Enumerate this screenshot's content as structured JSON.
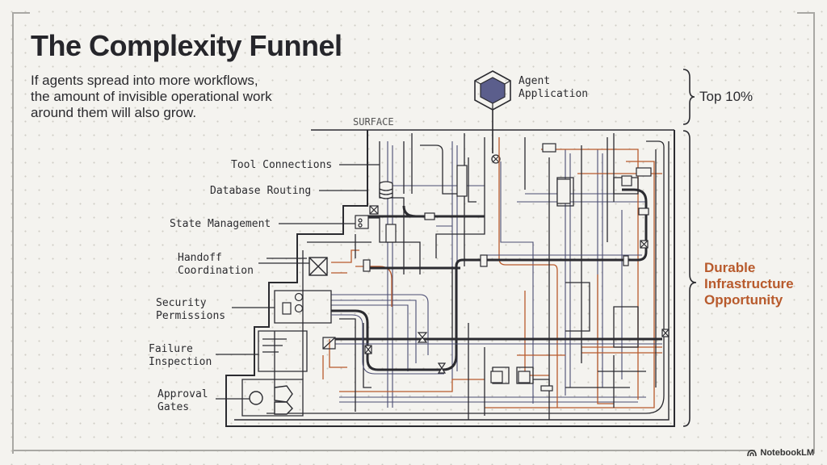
{
  "slide": {
    "title": "The Complexity Funnel",
    "subtitle_lines": [
      "If agents spread into more workflows,",
      "the amount of invisible operational work",
      "around them will also grow."
    ]
  },
  "diagram": {
    "surface_label": "SURFACE",
    "agent": {
      "label_lines": [
        "Agent",
        "Application"
      ],
      "icon": "hexagon-cube-icon",
      "fill_color": "#5b5e8c"
    },
    "layers": [
      {
        "id": "tool-connections",
        "lines": [
          "Tool Connections"
        ]
      },
      {
        "id": "database-routing",
        "lines": [
          "Database Routing"
        ]
      },
      {
        "id": "state-management",
        "lines": [
          "State Management"
        ]
      },
      {
        "id": "handoff-coordination",
        "lines": [
          "Handoff",
          "Coordination"
        ]
      },
      {
        "id": "security-permissions",
        "lines": [
          "Security",
          "Permissions"
        ]
      },
      {
        "id": "failure-inspection",
        "lines": [
          "Failure",
          "Inspection"
        ]
      },
      {
        "id": "approval-gates",
        "lines": [
          "Approval",
          "Gates"
        ]
      }
    ],
    "brackets": {
      "top": {
        "label": "Top 10%"
      },
      "bottom": {
        "label_lines": [
          "Durable",
          "Infrastructure",
          "Opportunity"
        ],
        "color": "#b85a2c"
      }
    },
    "colors": {
      "line_dark": "#2b2b30",
      "line_navy": "#4a4c72",
      "line_orange": "#b85a2c"
    }
  },
  "branding": {
    "label": "NotebookLM",
    "icon": "notebooklm-logo-icon"
  }
}
